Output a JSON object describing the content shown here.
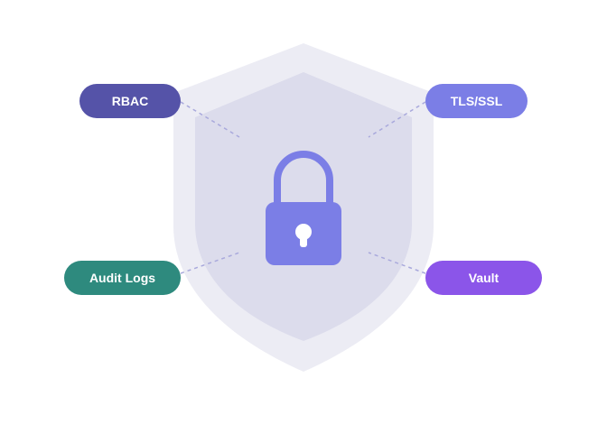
{
  "colors": {
    "shield_outer": "#ececf4",
    "shield_inner": "#dcdcec",
    "connector": "#a9a9dc",
    "lock": "#7b7ee6",
    "keyhole": "#ffffff"
  },
  "icons": {
    "shield": "shield-icon",
    "lock": "padlock-icon"
  },
  "nodes": [
    {
      "id": "rbac",
      "label": "RBAC",
      "color": "#5553a8"
    },
    {
      "id": "tls",
      "label": "TLS/SSL",
      "color": "#7b7ee6"
    },
    {
      "id": "audit",
      "label": "Audit Logs",
      "color": "#2e8a7e"
    },
    {
      "id": "vault",
      "label": "Vault",
      "color": "#8b55e9"
    }
  ]
}
